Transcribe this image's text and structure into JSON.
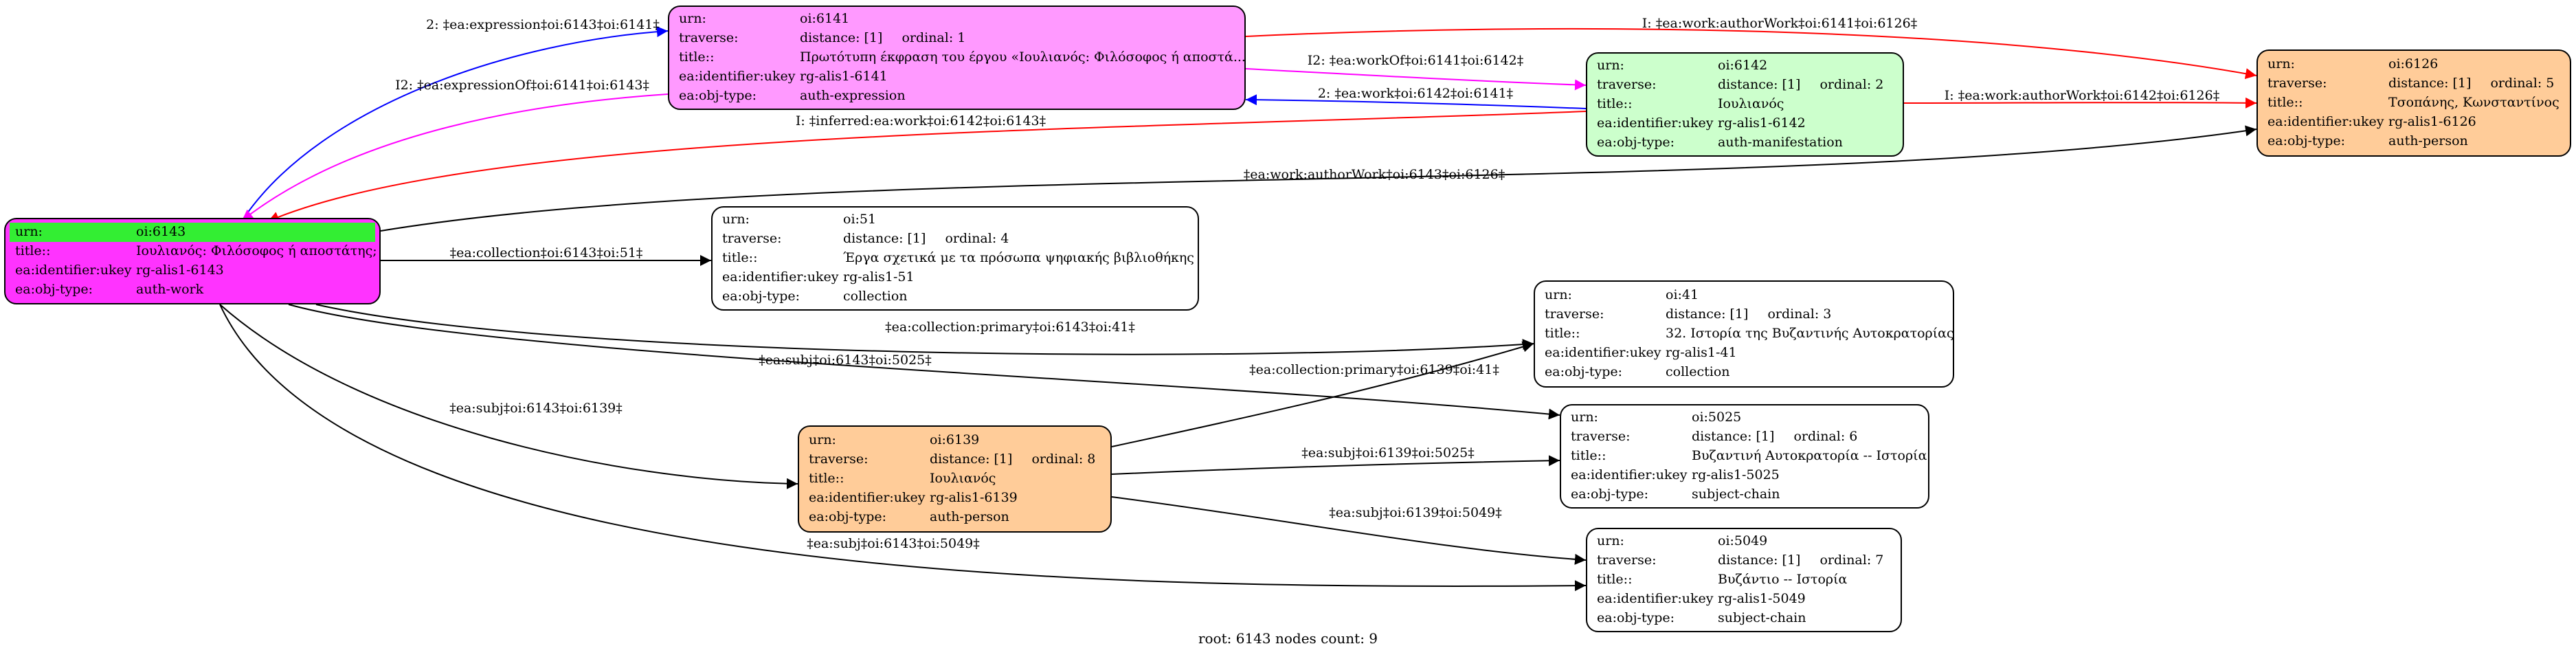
{
  "nodes": [
    {
      "id": "n6143",
      "fill": "#ff33ff",
      "rows": [
        {
          "k": "urn:",
          "v": "oi:6143",
          "highlight": "#33ee33"
        },
        {
          "k": "title::",
          "v": "Ιουλιανός: Φιλόσοφος ή αποστάτης;"
        },
        {
          "k": "ea:identifier:ukey",
          "v": "rg-alis1-6143"
        },
        {
          "k": "ea:obj-type:",
          "v": "auth-work"
        }
      ]
    },
    {
      "id": "n6141",
      "fill": "#ff99ff",
      "rows": [
        {
          "k": "urn:",
          "v": "oi:6141"
        },
        {
          "k": "traverse:",
          "v": "distance: [1]",
          "v2": "ordinal: 1"
        },
        {
          "k": "title::",
          "v": "Πρωτότυπη έκφραση του έργου «Ιουλιανός: Φιλόσοφος ή αποστά..."
        },
        {
          "k": "ea:identifier:ukey",
          "v": "rg-alis1-6141"
        },
        {
          "k": "ea:obj-type:",
          "v": "auth-expression"
        }
      ]
    },
    {
      "id": "n6142",
      "fill": "#ccffcc",
      "rows": [
        {
          "k": "urn:",
          "v": "oi:6142"
        },
        {
          "k": "traverse:",
          "v": "distance: [1]",
          "v2": "ordinal: 2"
        },
        {
          "k": "title::",
          "v": "Ιουλιανός"
        },
        {
          "k": "ea:identifier:ukey",
          "v": "rg-alis1-6142"
        },
        {
          "k": "ea:obj-type:",
          "v": "auth-manifestation"
        }
      ]
    },
    {
      "id": "n6126",
      "fill": "#ffcc99",
      "rows": [
        {
          "k": "urn:",
          "v": "oi:6126"
        },
        {
          "k": "traverse:",
          "v": "distance: [1]",
          "v2": "ordinal: 5"
        },
        {
          "k": "title::",
          "v": "Τσοπάνης, Κωνσταντίνος"
        },
        {
          "k": "ea:identifier:ukey",
          "v": "rg-alis1-6126"
        },
        {
          "k": "ea:obj-type:",
          "v": "auth-person"
        }
      ]
    },
    {
      "id": "n51",
      "fill": "#ffffff",
      "rows": [
        {
          "k": "urn:",
          "v": "oi:51"
        },
        {
          "k": "traverse:",
          "v": "distance: [1]",
          "v2": "ordinal: 4"
        },
        {
          "k": "title::",
          "v": "Έργα σχετικά με τα πρόσωπα ψηφιακής βιβλιοθήκης"
        },
        {
          "k": "ea:identifier:ukey",
          "v": "rg-alis1-51"
        },
        {
          "k": "ea:obj-type:",
          "v": "collection"
        }
      ]
    },
    {
      "id": "n41",
      "fill": "#ffffff",
      "rows": [
        {
          "k": "urn:",
          "v": "oi:41"
        },
        {
          "k": "traverse:",
          "v": "distance: [1]",
          "v2": "ordinal: 3"
        },
        {
          "k": "title::",
          "v": "32. Ιστορία της Βυζαντινής Αυτοκρατορίας"
        },
        {
          "k": "ea:identifier:ukey",
          "v": "rg-alis1-41"
        },
        {
          "k": "ea:obj-type:",
          "v": "collection"
        }
      ]
    },
    {
      "id": "n6139",
      "fill": "#ffcc99",
      "rows": [
        {
          "k": "urn:",
          "v": "oi:6139"
        },
        {
          "k": "traverse:",
          "v": "distance: [1]",
          "v2": "ordinal: 8"
        },
        {
          "k": "title::",
          "v": "Ιουλιανός"
        },
        {
          "k": "ea:identifier:ukey",
          "v": "rg-alis1-6139"
        },
        {
          "k": "ea:obj-type:",
          "v": "auth-person"
        }
      ]
    },
    {
      "id": "n5025",
      "fill": "#ffffff",
      "rows": [
        {
          "k": "urn:",
          "v": "oi:5025"
        },
        {
          "k": "traverse:",
          "v": "distance: [1]",
          "v2": "ordinal: 6"
        },
        {
          "k": "title::",
          "v": "Βυζαντινή Αυτοκρατορία -- Ιστορία"
        },
        {
          "k": "ea:identifier:ukey",
          "v": "rg-alis1-5025"
        },
        {
          "k": "ea:obj-type:",
          "v": "subject-chain"
        }
      ]
    },
    {
      "id": "n5049",
      "fill": "#ffffff",
      "rows": [
        {
          "k": "urn:",
          "v": "oi:5049"
        },
        {
          "k": "traverse:",
          "v": "distance: [1]",
          "v2": "ordinal: 7"
        },
        {
          "k": "title::",
          "v": "Βυζάντιο -- Ιστορία"
        },
        {
          "k": "ea:identifier:ukey",
          "v": "rg-alis1-5049"
        },
        {
          "k": "ea:obj-type:",
          "v": "subject-chain"
        }
      ]
    }
  ],
  "edges": [
    {
      "id": "e1",
      "label": "2: ‡ea:expression‡oi:6143‡oi:6141‡",
      "color": "#0000ff"
    },
    {
      "id": "e2",
      "label": "I2: ‡ea:expressionOf‡oi:6141‡oi:6143‡",
      "color": "#ff00ff"
    },
    {
      "id": "e3",
      "label": "I: ‡ea:work:authorWork‡oi:6141‡oi:6126‡",
      "color": "#ff0000"
    },
    {
      "id": "e4",
      "label": "I2: ‡ea:workOf‡oi:6141‡oi:6142‡",
      "color": "#ff00ff"
    },
    {
      "id": "e5",
      "label": "2: ‡ea:work‡oi:6142‡oi:6141‡",
      "color": "#0000ff"
    },
    {
      "id": "e6",
      "label": "I: ‡ea:work:authorWork‡oi:6142‡oi:6126‡",
      "color": "#ff0000"
    },
    {
      "id": "e7",
      "label": "I: ‡inferred:ea:work‡oi:6142‡oi:6143‡",
      "color": "#ff0000"
    },
    {
      "id": "e8",
      "label": "‡ea:work:authorWork‡oi:6143‡oi:6126‡",
      "color": "#000000"
    },
    {
      "id": "e9",
      "label": "‡ea:collection‡oi:6143‡oi:51‡",
      "color": "#000000"
    },
    {
      "id": "e10",
      "label": "‡ea:collection:primary‡oi:6143‡oi:41‡",
      "color": "#000000"
    },
    {
      "id": "e11",
      "label": "‡ea:subj‡oi:6143‡oi:5025‡",
      "color": "#000000"
    },
    {
      "id": "e12",
      "label": "‡ea:subj‡oi:6143‡oi:6139‡",
      "color": "#000000"
    },
    {
      "id": "e13",
      "label": "‡ea:collection:primary‡oi:6139‡oi:41‡",
      "color": "#000000"
    },
    {
      "id": "e14",
      "label": "‡ea:subj‡oi:6139‡oi:5025‡",
      "color": "#000000"
    },
    {
      "id": "e15",
      "label": "‡ea:subj‡oi:6139‡oi:5049‡",
      "color": "#000000"
    },
    {
      "id": "e16",
      "label": "‡ea:subj‡oi:6143‡oi:5049‡",
      "color": "#000000"
    }
  ],
  "footer": "root: 6143 nodes count: 9"
}
